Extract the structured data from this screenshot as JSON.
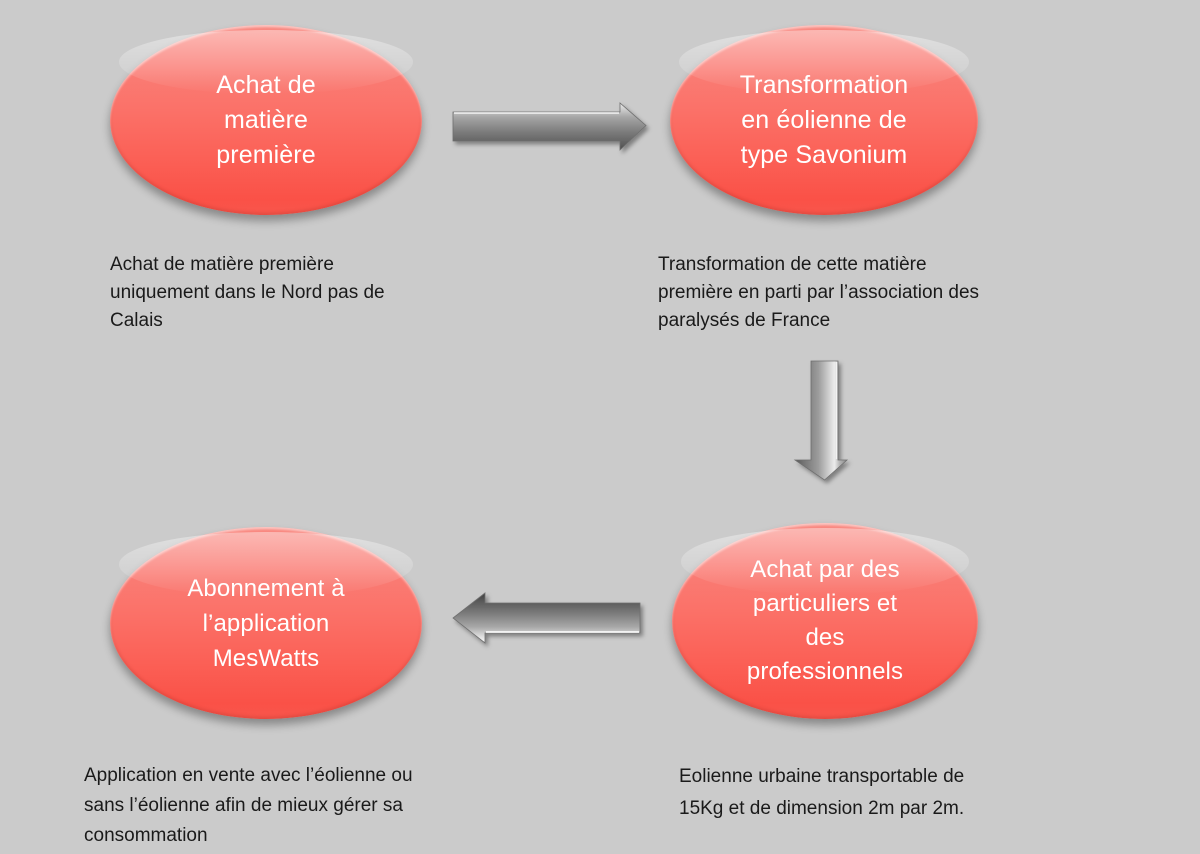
{
  "background_color": "#cbcbcb",
  "node_color": "#fb6f66",
  "node_text_color": "#ffffff",
  "caption_text_color": "#1a1a1a",
  "arrow_color": "#8c8c8c",
  "diagram": {
    "type": "cycle-flow",
    "nodes": [
      {
        "id": "raw-material",
        "label": "Achat de\nmatière\npremière",
        "caption": "Achat de matière première\nuniquement dans le Nord pas de\nCalais"
      },
      {
        "id": "transformation",
        "label": "Transformation\nen éolienne de\ntype Savonium",
        "caption": "Transformation de cette matière\npremière en parti par l’association des\nparalysés de France"
      },
      {
        "id": "buyers",
        "label": "Achat par des\nparticuliers et\ndes\nprofessionnels",
        "caption": "Eolienne urbaine transportable de\n15Kg et de dimension 2m par 2m."
      },
      {
        "id": "subscription",
        "label": "Abonnement à\nl’application\nMesWatts",
        "caption": "Application en vente avec l’éolienne ou\nsans l’éolienne afin de mieux gérer sa\nconsommation"
      }
    ],
    "connectors": [
      {
        "id": "raw-to-transformation",
        "direction": "right",
        "from": "raw-material",
        "to": "transformation"
      },
      {
        "id": "transformation-to-buyers",
        "direction": "down",
        "from": "transformation",
        "to": "buyers"
      },
      {
        "id": "buyers-to-subscription",
        "direction": "left",
        "from": "buyers",
        "to": "subscription"
      }
    ]
  }
}
